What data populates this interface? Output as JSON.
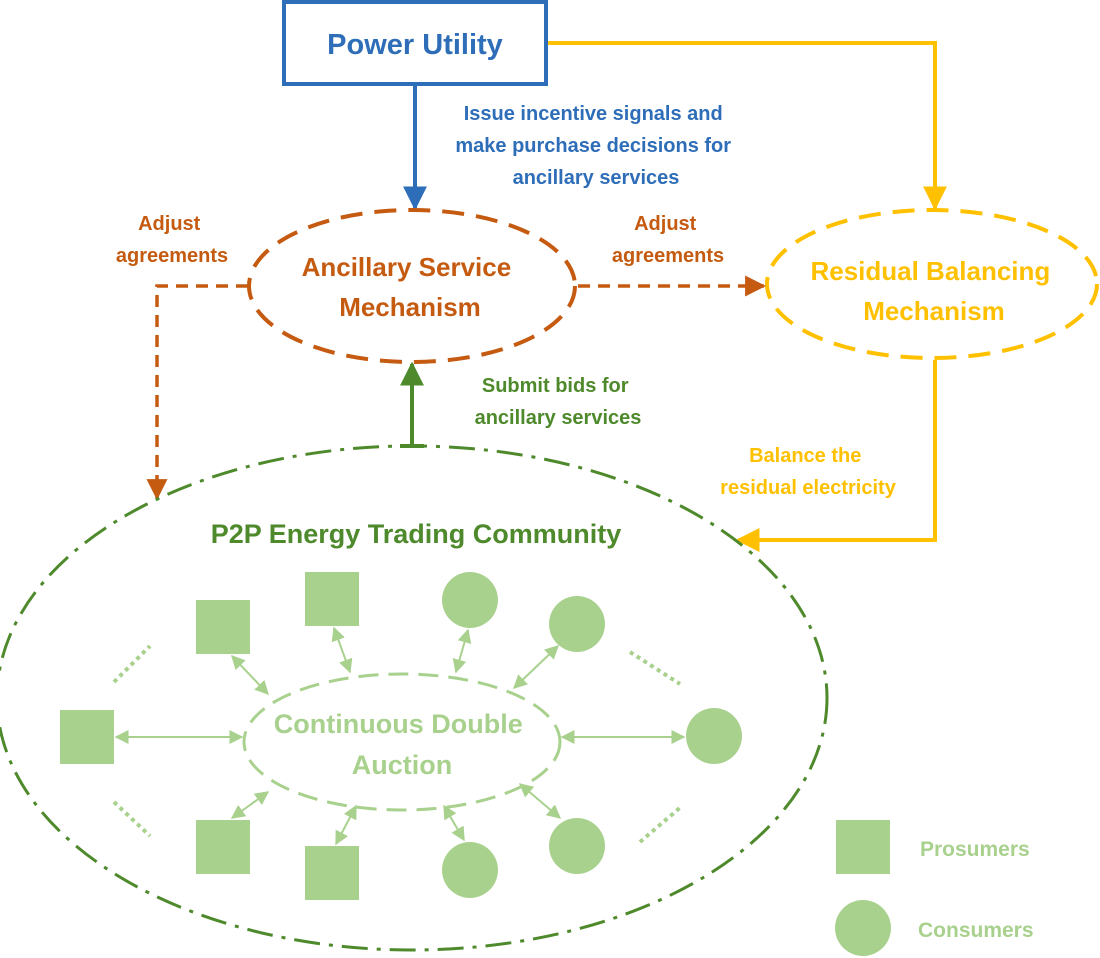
{
  "nodes": {
    "power_utility": "Power Utility",
    "ancillary_service": [
      "Ancillary Service",
      "Mechanism"
    ],
    "residual_balancing": [
      "Residual Balancing",
      "Mechanism"
    ],
    "p2p_community": "P2P Energy Trading Community",
    "auction": [
      "Continuous Double",
      "Auction"
    ]
  },
  "edge_labels": {
    "issue_signals": [
      "Issue incentive signals and",
      "make purchase decisions for",
      "ancillary services"
    ],
    "adjust_left": [
      "Adjust",
      "agreements"
    ],
    "adjust_right": [
      "Adjust",
      "agreements"
    ],
    "submit_bids": [
      "Submit bids for",
      "ancillary services"
    ],
    "balance_residual": [
      "Balance the",
      "residual electricity"
    ]
  },
  "legend": {
    "prosumers": "Prosumers",
    "consumers": "Consumers"
  },
  "colors": {
    "blue": "#2e6db8",
    "orange": "#c55a11",
    "yellow": "#ffc000",
    "dark_green": "#4e8a2c",
    "light_green": "#a9d18e"
  }
}
